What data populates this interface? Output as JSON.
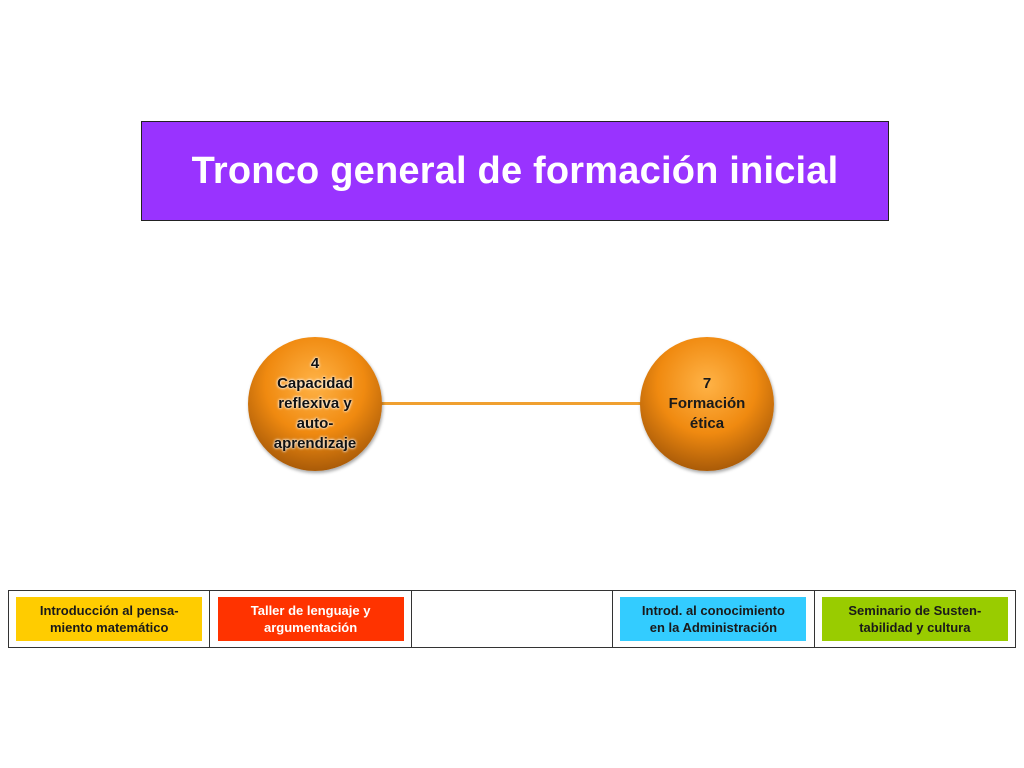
{
  "title": "Tronco general de formación inicial",
  "nodes": [
    {
      "text": "4\nCapacidad\nreflexiva y\nauto-\naprendizaje"
    },
    {
      "text": "7\nFormación\nética"
    }
  ],
  "courses": [
    {
      "text": "Introducción al pensa-\nmiento matemático",
      "color": "#ffcc00",
      "text_color": "#1a1a1a"
    },
    {
      "text": "Taller de lenguaje y\nargumentación",
      "color": "#ff3300",
      "text_color": "#ffffff"
    },
    {
      "text": "",
      "color": "",
      "text_color": ""
    },
    {
      "text": "Introd. al conocimiento\nen la Administración",
      "color": "#33ccff",
      "text_color": "#1a1a1a"
    },
    {
      "text": "Seminario de Susten-\ntabilidad y cultura",
      "color": "#99cc00",
      "text_color": "#1a1a1a"
    }
  ]
}
